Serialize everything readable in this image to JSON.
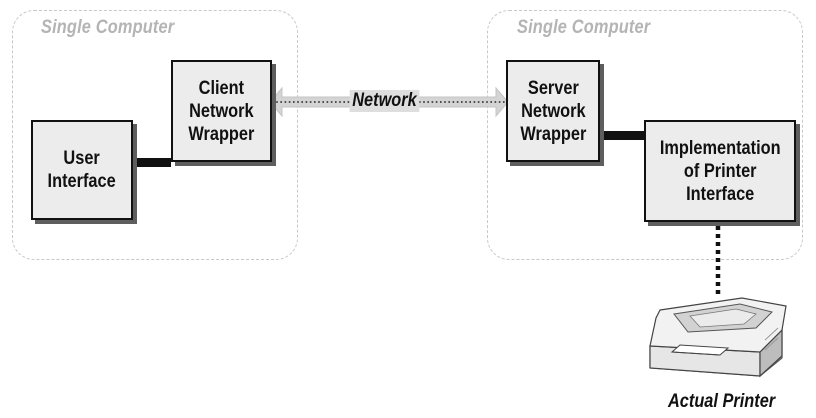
{
  "regions": {
    "left_label": "Single Computer",
    "right_label": "Single Computer"
  },
  "boxes": {
    "user_interface": "User\nInterface",
    "client_network_wrapper": "Client\nNetwork\nWrapper",
    "server_network_wrapper": "Server\nNetwork\nWrapper",
    "implementation": "Implementation\nof Printer\nInterface"
  },
  "network_label": "Network",
  "printer_label": "Actual Printer",
  "colors": {
    "box_fill": "#ececec",
    "box_border": "#111111",
    "region_border": "#c8c8c8",
    "region_label": "#b4b4b4",
    "network_band": "#d4d4d4"
  }
}
